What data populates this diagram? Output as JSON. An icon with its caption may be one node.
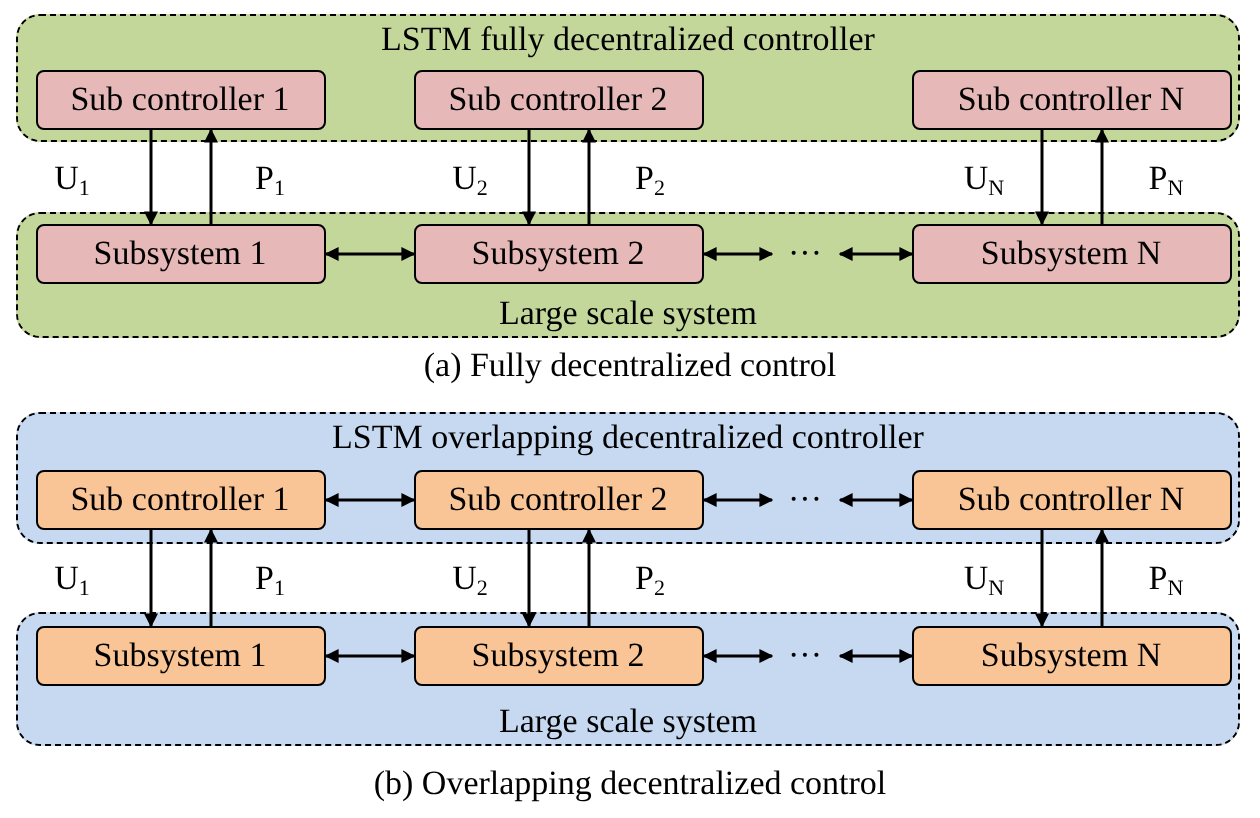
{
  "diagram": {
    "nodes": [
      {
        "text": [
          "LSTM fully decentralized controller"
        ]
      },
      {
        "text": [
          "Sub controller 1"
        ],
        "in": 0
      },
      {
        "text": [
          "Sub controller 2"
        ],
        "in": 0
      },
      {
        "text": [
          "Sub controller N"
        ],
        "in": 0
      },
      {
        "text": [
          "Large scale system"
        ]
      },
      {
        "text": [
          "Subsystem 1"
        ],
        "in": 4
      },
      {
        "text": [
          "Subsystem 2"
        ],
        "in": 4
      },
      {
        "text": [
          "···"
        ],
        "in": 4
      },
      {
        "text": [
          "Subsystem N"
        ],
        "in": 4
      },
      {
        "text": [
          "LSTM overlapping decentralized controller"
        ]
      },
      {
        "text": [
          "Sub controller 1"
        ],
        "in": 9
      },
      {
        "text": [
          "Sub controller 2"
        ],
        "in": 9
      },
      {
        "text": [
          "···"
        ],
        "in": 9
      },
      {
        "text": [
          "Sub controller N"
        ],
        "in": 9
      },
      {
        "text": [
          "Large scale system"
        ]
      },
      {
        "text": [
          "Subsystem 1"
        ],
        "in": 14
      },
      {
        "text": [
          "Subsystem 2"
        ],
        "in": 14
      },
      {
        "text": [
          "···"
        ],
        "in": 14
      },
      {
        "text": [
          "Subsystem N"
        ],
        "in": 14
      }
    ],
    "edges": [
      {
        "from": 1,
        "to": 5,
        "arrow": "to",
        "label": "U$_{1}$"
      },
      {
        "from": 5,
        "to": 1,
        "arrow": "to",
        "label": "P$_{1}$"
      },
      {
        "from": 2,
        "to": 6,
        "arrow": "to",
        "label": "U$_{2}$"
      },
      {
        "from": 6,
        "to": 2,
        "arrow": "to",
        "label": "P$_{2}$"
      },
      {
        "from": 3,
        "to": 8,
        "arrow": "to",
        "label": "U$_{N}$"
      },
      {
        "from": 8,
        "to": 3,
        "arrow": "to",
        "label": "P$_{N}$"
      },
      {
        "from": 5,
        "to": 6,
        "arrow": "both"
      },
      {
        "from": 6,
        "to": 7,
        "arrow": "both"
      },
      {
        "from": 7,
        "to": 8,
        "arrow": "both"
      },
      {
        "from": 10,
        "to": 11,
        "arrow": "both"
      },
      {
        "from": 11,
        "to": 12,
        "arrow": "both"
      },
      {
        "from": 12,
        "to": 13,
        "arrow": "both"
      },
      {
        "from": 10,
        "to": 15,
        "arrow": "to",
        "label": "U$_{1}$"
      },
      {
        "from": 15,
        "to": 10,
        "arrow": "to",
        "label": "P$_{1}$"
      },
      {
        "from": 11,
        "to": 16,
        "arrow": "to",
        "label": "U$_{2}$"
      },
      {
        "from": 16,
        "to": 11,
        "arrow": "to",
        "label": "P$_{2}$"
      },
      {
        "from": 13,
        "to": 18,
        "arrow": "to",
        "label": "U$_{N}$"
      },
      {
        "from": 18,
        "to": 13,
        "arrow": "to",
        "label": "P$_{N}$"
      },
      {
        "from": 15,
        "to": 16,
        "arrow": "both"
      },
      {
        "from": 16,
        "to": 17,
        "arrow": "both"
      },
      {
        "from": 17,
        "to": 18,
        "arrow": "both"
      }
    ],
    "labels": [
      "(a) Fully decentralized control",
      "(b) Overlapping decentralized control"
    ]
  }
}
